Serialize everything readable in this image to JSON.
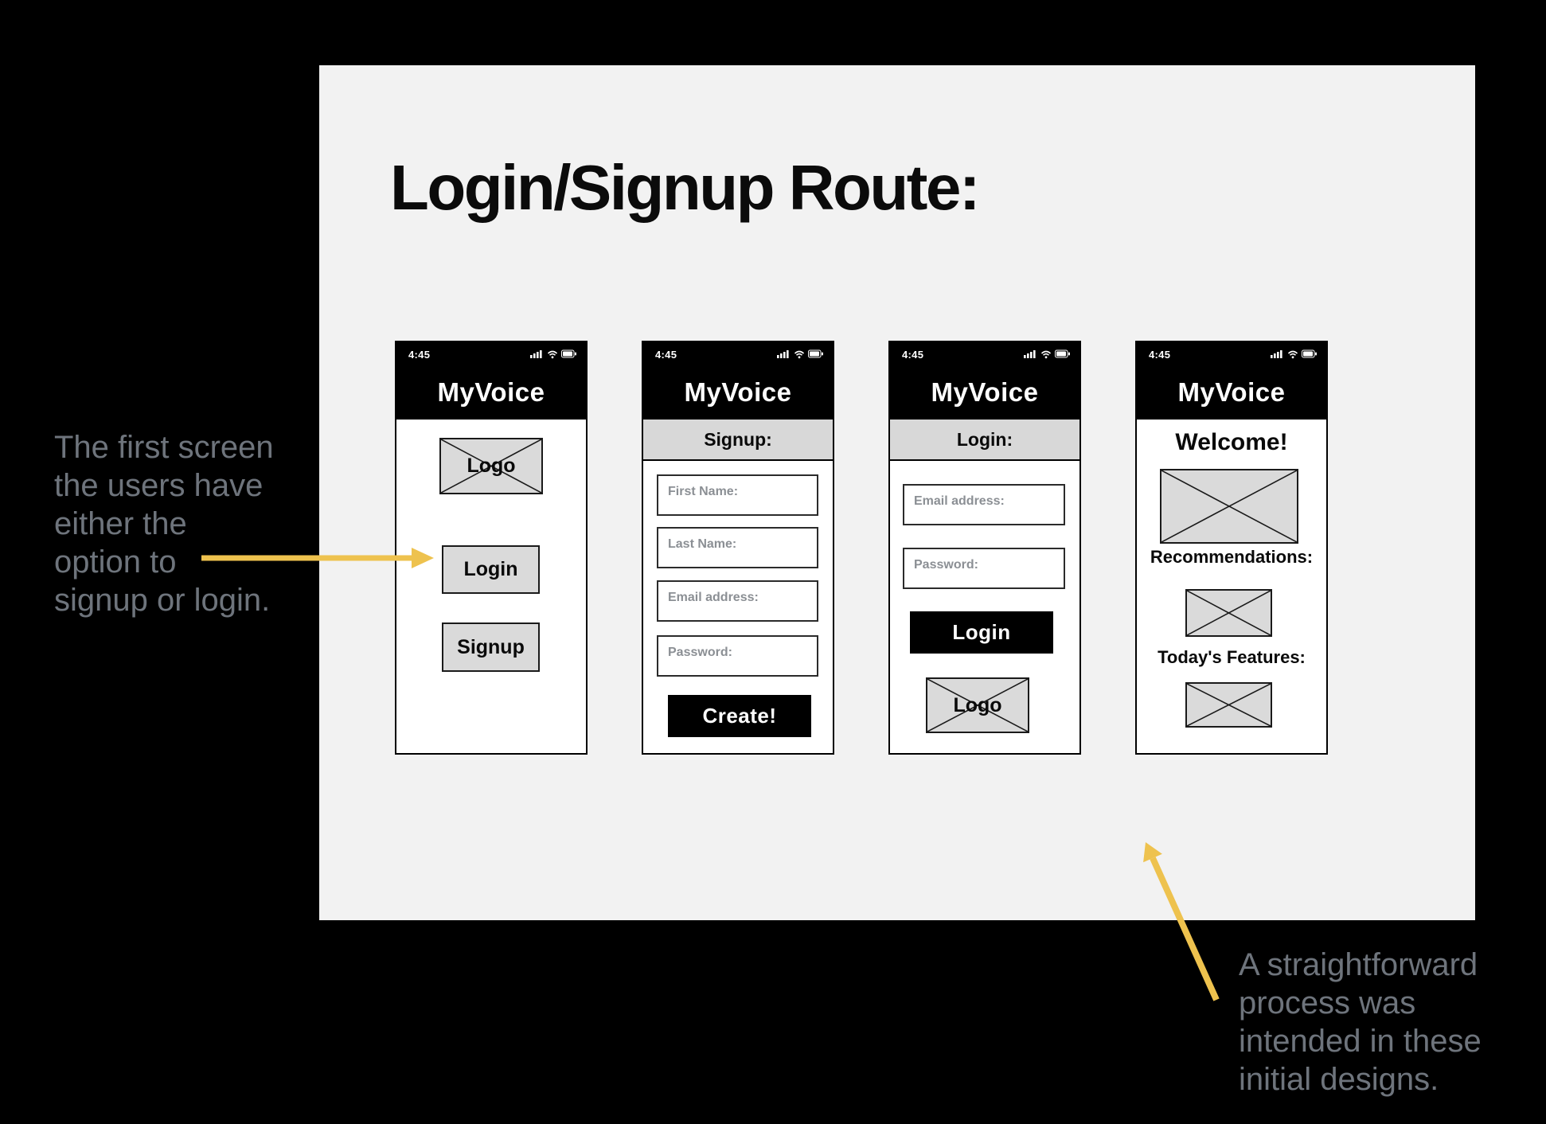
{
  "title": "Login/Signup Route:",
  "colors": {
    "accent": "#EEC24E",
    "panel": "#F2F2F2",
    "note_text": "#6E747C",
    "wire_gray": "#DADADA"
  },
  "notes": {
    "left": "The first screen\nthe users have\neither the\noption to\nsignup or login.",
    "right": "A straightforward\nprocess was\nintended in these\ninitial designs."
  },
  "phones": [
    {
      "name": "home",
      "time": "4:45",
      "app_title": "MyVoice",
      "logo_label": "Logo",
      "login_button": "Login",
      "signup_button": "Signup"
    },
    {
      "name": "signup",
      "time": "4:45",
      "app_title": "MyVoice",
      "banner": "Signup:",
      "fields": [
        "First Name:",
        "Last Name:",
        "Email address:",
        "Password:"
      ],
      "create_button": "Create!"
    },
    {
      "name": "login",
      "time": "4:45",
      "app_title": "MyVoice",
      "banner": "Login:",
      "fields": [
        "Email address:",
        "Password:"
      ],
      "login_button": "Login",
      "logo_label": "Logo"
    },
    {
      "name": "welcome",
      "time": "4:45",
      "app_title": "MyVoice",
      "heading": "Welcome!",
      "sections": [
        "Recommendations:",
        "Today's Features:"
      ]
    }
  ]
}
